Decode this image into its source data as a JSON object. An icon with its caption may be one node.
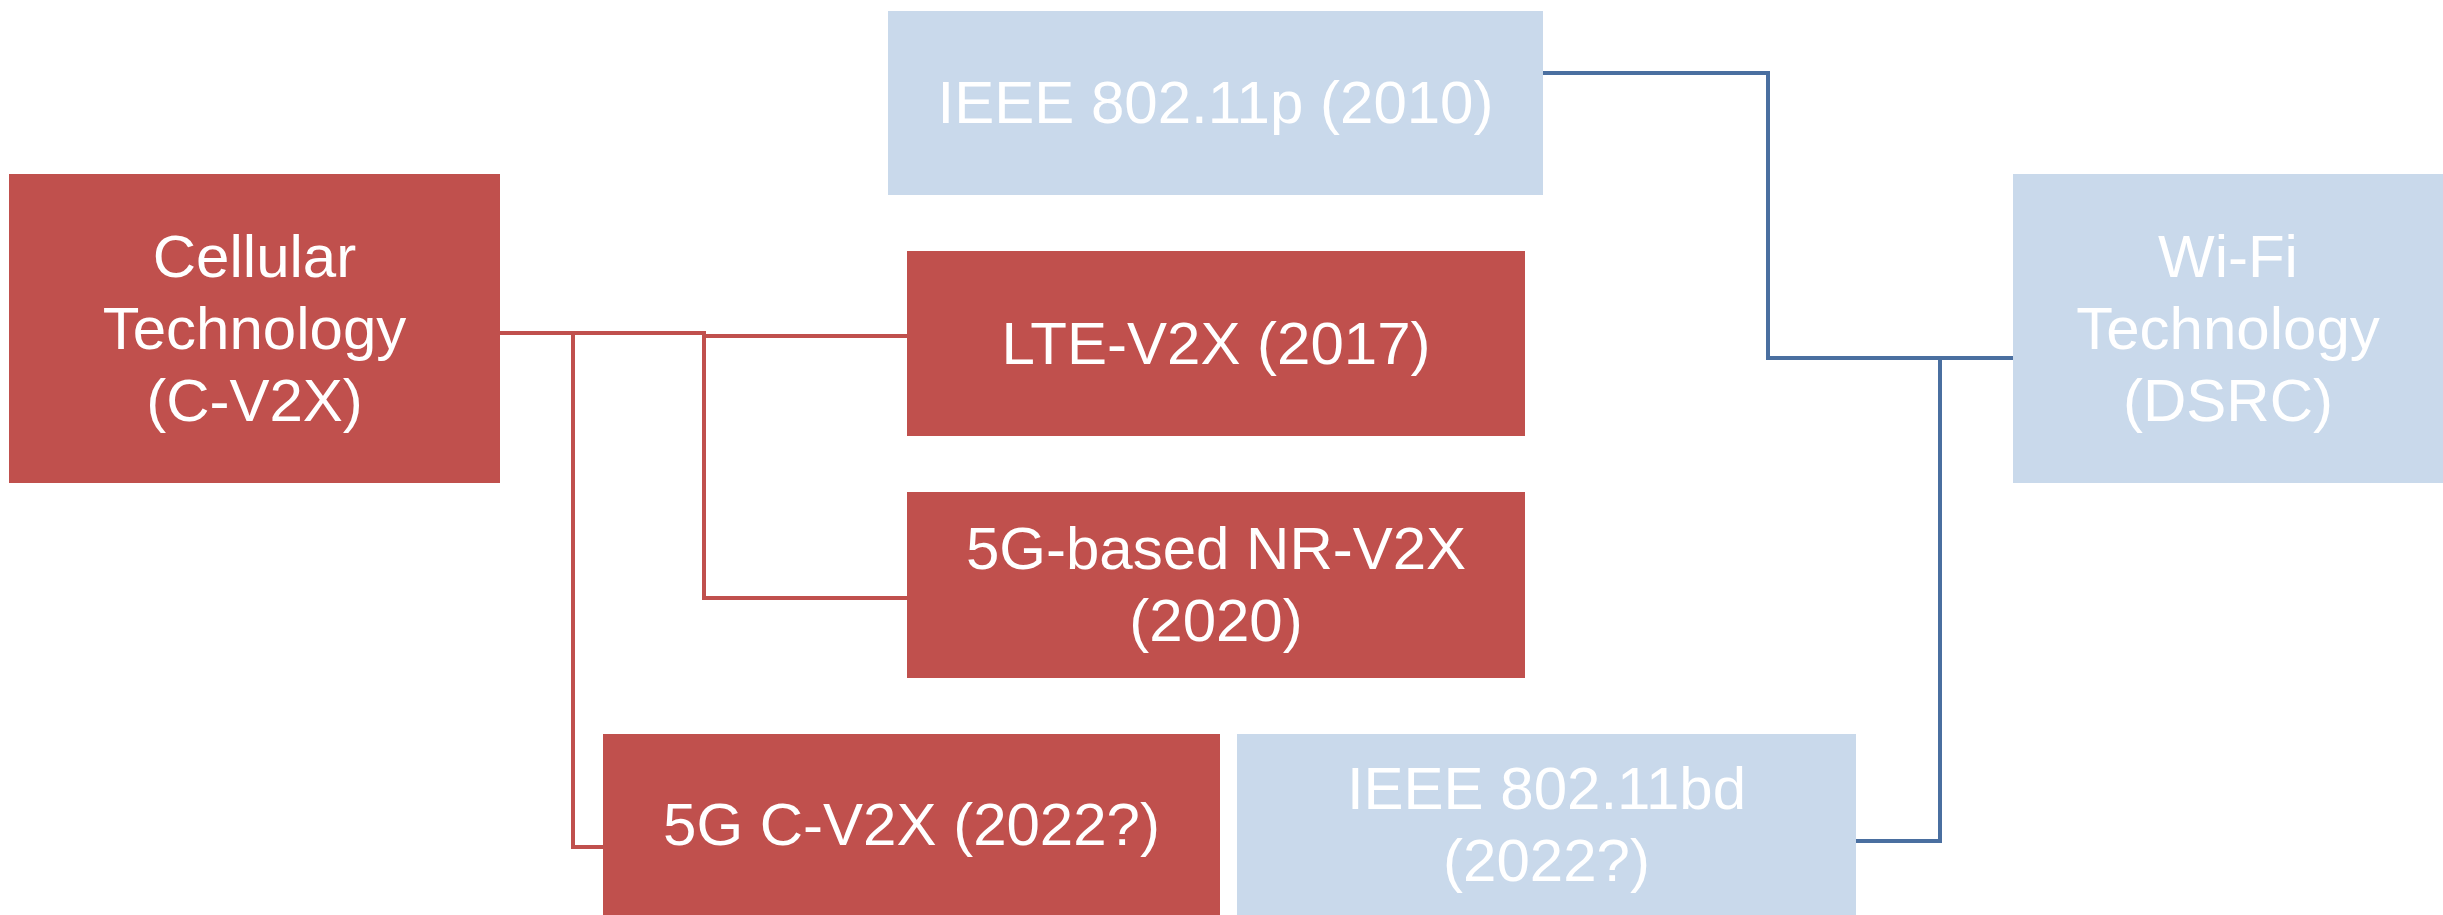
{
  "diagram": {
    "nodes": [
      {
        "text": [
          "Cellular Technology (C-V2X)"
        ]
      },
      {
        "text": [
          "IEEE 802.11p  (2010)"
        ]
      },
      {
        "text": [
          "LTE-V2X (2017)"
        ]
      },
      {
        "text": [
          "5G-based NR-V2X (2020)"
        ]
      },
      {
        "text": [
          "5G C-V2X (2022?)"
        ]
      },
      {
        "text": [
          "IEEE 802.11bd (2022?)"
        ]
      },
      {
        "text": [
          "Wi-Fi Technology (DSRC)"
        ]
      }
    ],
    "edges": [
      {
        "from": 0,
        "to": 2,
        "arrow": "none"
      },
      {
        "from": 0,
        "to": 3,
        "arrow": "none"
      },
      {
        "from": 0,
        "to": 4,
        "arrow": "none"
      },
      {
        "from": 6,
        "to": 1,
        "arrow": "none",
        "color": "#4a6fa0"
      },
      {
        "from": 6,
        "to": 5,
        "arrow": "none",
        "color": "#4a6fa0"
      }
    ]
  }
}
